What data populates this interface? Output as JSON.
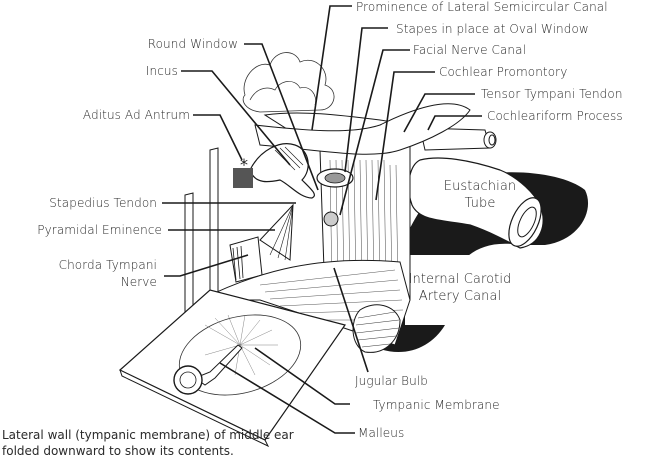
{
  "diagram": {
    "subject": "Middle ear (tympanic cavity) anatomy",
    "labels": {
      "prominence_lateral_semicircular_canal": "Prominence of Lateral Semicircular Canal",
      "stapes_oval_window": "Stapes in place at Oval Window",
      "facial_nerve_canal": "Facial Nerve Canal",
      "cochlear_promontory": "Cochlear Promontory",
      "tensor_tympani_tendon": "Tensor Tympani Tendon",
      "cochleariform_process": "Cochleariform Process",
      "round_window": "Round Window",
      "incus": "Incus",
      "aditus_ad_antrum": "Aditus Ad Antrum",
      "stapedius_tendon": "Stapedius Tendon",
      "pyramidal_eminence": "Pyramidal Eminence",
      "chorda_tympani_line1": "Chorda Tympani",
      "chorda_tympani_line2": "Nerve",
      "eustachian_line1": "Eustachian",
      "eustachian_line2": "Tube",
      "carotid_line1": "Internal Carotid",
      "carotid_line2": "Artery Canal",
      "jugular_bulb": "Jugular Bulb",
      "tympanic_membrane": "Tympanic Membrane",
      "malleus": "Malleus"
    },
    "asterisk": "*",
    "caption": "Lateral wall (tympanic membrane) of middle ear folded downward to show its contents.",
    "colors": {
      "ink": "#1a1a1a",
      "background": "#ffffff",
      "text": "#2a2a2a"
    }
  }
}
